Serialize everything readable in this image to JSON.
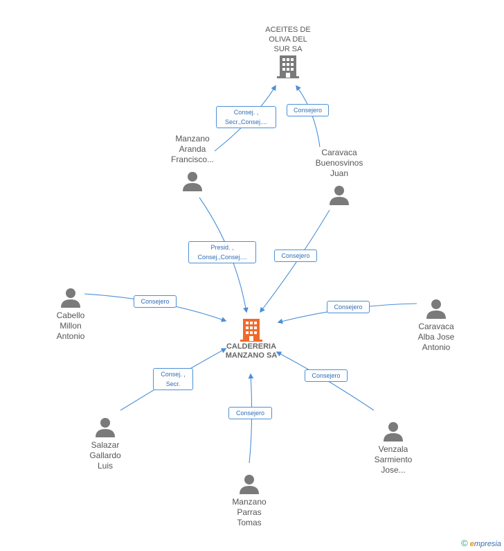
{
  "colors": {
    "edge": "#4a8fd6",
    "person": "#7a7a7a",
    "company": "#7a7a7a",
    "main_company": "#f06a2a"
  },
  "nodes": {
    "top_company": {
      "label": "ACEITES DE\nOLIVA DEL\nSUR SA",
      "icon": "building-icon"
    },
    "main_company": {
      "label": "CALDERERIA\nMANZANO SA",
      "icon": "building-icon"
    },
    "p_manzano_aranda": {
      "label": "Manzano\nAranda\nFrancisco..."
    },
    "p_caravaca_buenosvinos": {
      "label": "Caravaca\nBuenosvinos\nJuan"
    },
    "p_cabello": {
      "label": "Cabello\nMillon\nAntonio"
    },
    "p_caravaca_alba": {
      "label": "Caravaca\nAlba Jose\nAntonio"
    },
    "p_salazar": {
      "label": "Salazar\nGallardo\nLuis"
    },
    "p_manzano_parras": {
      "label": "Manzano\nParras\nTomas"
    },
    "p_venzala": {
      "label": "Venzala\nSarmiento\nJose..."
    }
  },
  "badges": {
    "b1": [
      "Consej. ,",
      "Secr.,Consej...."
    ],
    "b2": [
      "Consejero"
    ],
    "b3": [
      "Presid. ,",
      "Consej.,Consej...."
    ],
    "b4": [
      "Consejero"
    ],
    "b5": [
      "Consejero"
    ],
    "b6": [
      "Consejero"
    ],
    "b7": [
      "Consej. ,",
      "Secr."
    ],
    "b8": [
      "Consejero"
    ],
    "b9": [
      "Consejero"
    ]
  },
  "footer": {
    "copyright": "©",
    "brand_e": "e",
    "brand_rest": "mpresia"
  }
}
